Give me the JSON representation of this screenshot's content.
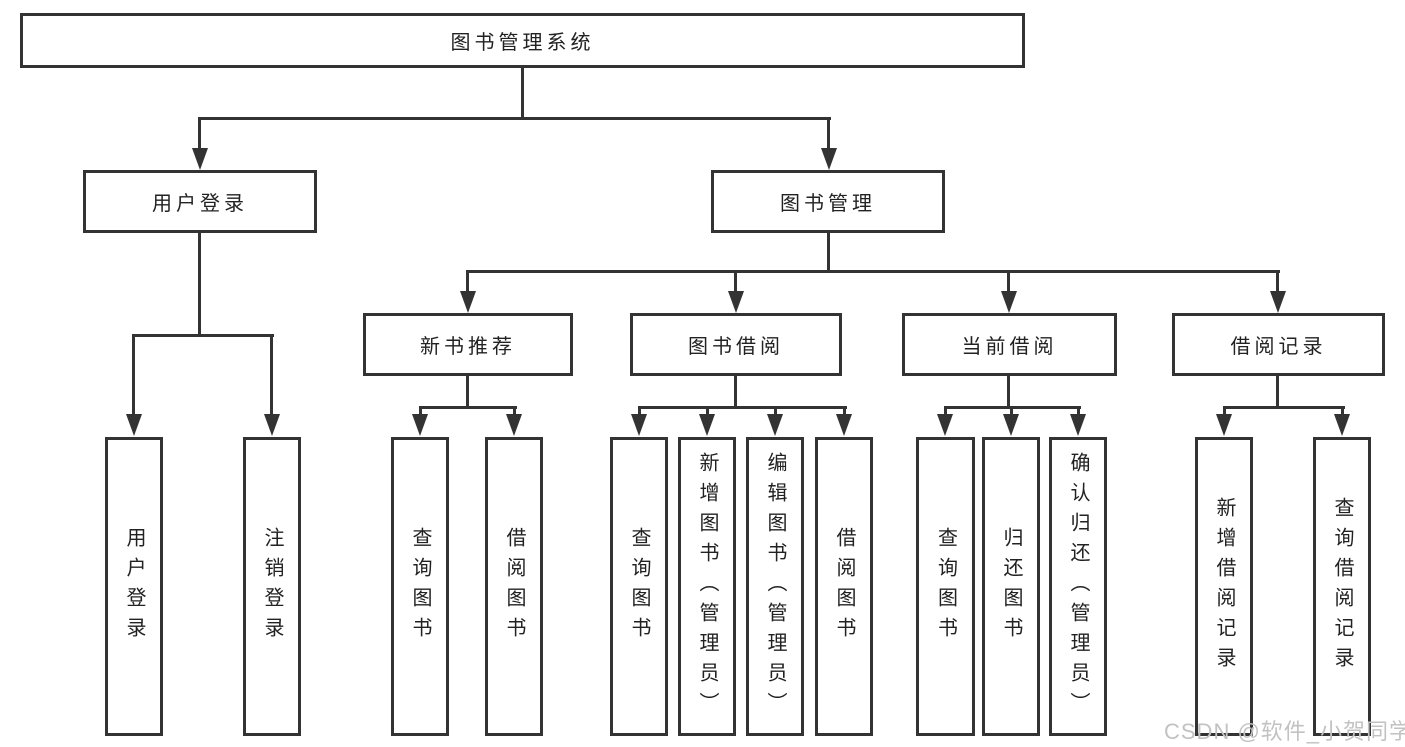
{
  "diagram": {
    "type": "hierarchy-tree",
    "tree": {
      "label": "图书管理系统",
      "children": [
        {
          "label": "用户登录",
          "children": [
            {
              "label": "用户登录"
            },
            {
              "label": "注销登录"
            }
          ]
        },
        {
          "label": "图书管理",
          "children": [
            {
              "label": "新书推荐",
              "children": [
                {
                  "label": "查询图书"
                },
                {
                  "label": "借阅图书"
                }
              ]
            },
            {
              "label": "图书借阅",
              "children": [
                {
                  "label": "查询图书"
                },
                {
                  "label": "新增图书（管理员）"
                },
                {
                  "label": "编辑图书（管理员）"
                },
                {
                  "label": "借阅图书"
                }
              ]
            },
            {
              "label": "当前借阅",
              "children": [
                {
                  "label": "查询图书"
                },
                {
                  "label": "归还图书"
                },
                {
                  "label": "确认归还（管理员）"
                }
              ]
            },
            {
              "label": "借阅记录",
              "children": [
                {
                  "label": "新增借阅记录"
                },
                {
                  "label": "查询借阅记录"
                }
              ]
            }
          ]
        }
      ]
    }
  },
  "watermark": {
    "text": "CSDN @软件_小贺同学"
  },
  "colors": {
    "line": "#333333",
    "text": "#222222",
    "background": "#ffffff",
    "watermark": "#c2c2c2"
  }
}
